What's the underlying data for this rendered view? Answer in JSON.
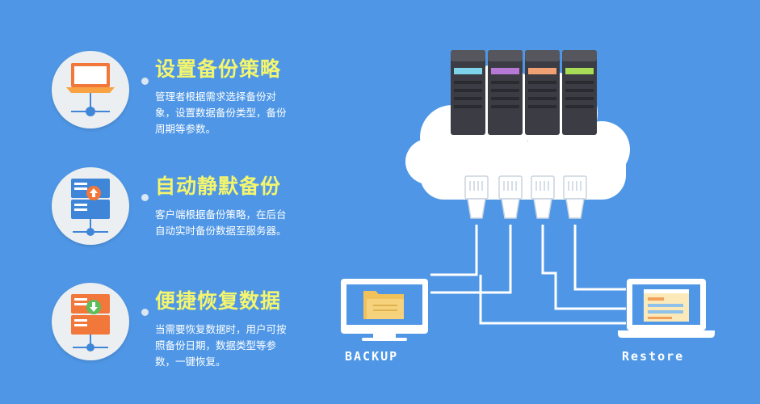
{
  "features": [
    {
      "title": "设置备份策略",
      "desc": "管理者根据需求选择备份对象，设置数据备份类型，备份周期等参数。",
      "icon": "laptop-network-icon"
    },
    {
      "title": "自动静默备份",
      "desc": "客户端根据备份策略，在后台自动实时备份数据至服务器。",
      "icon": "server-upload-icon"
    },
    {
      "title": "便捷恢复数据",
      "desc": "当需要恢复数据时，用户可按照备份日期，数据类型等参数，一键恢复。",
      "icon": "server-download-icon"
    }
  ],
  "diagram": {
    "backup_label": "BACKUP",
    "restore_label": "Restore"
  },
  "colors": {
    "background": "#4f97e6",
    "title": "#f4f56e",
    "server_bar_1": "#7dd3ea",
    "server_bar_2": "#b67ad6",
    "server_bar_3": "#f0a174",
    "server_bar_4": "#a8dc58",
    "orange": "#f2773a",
    "icon_blue": "#3f86d8"
  }
}
